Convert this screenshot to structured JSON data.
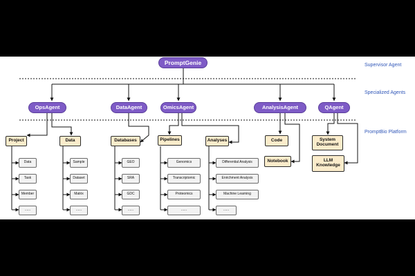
{
  "supervisor": "PromptGenie",
  "layers": {
    "supervisor": "Supervisor Agent",
    "specialized": "Specialized Agents",
    "platform": "PromptBio Platform"
  },
  "agents": {
    "ops": "OpsAgent",
    "data": "DataAgent",
    "omics": "OmicsAgent",
    "analysis": "AnalysisAgent",
    "q": "QAgent"
  },
  "categories": {
    "project": "Project",
    "data": "Data",
    "databases": "Databases",
    "pipelines": "Pipelines",
    "analyses": "Analyses",
    "code": "Code",
    "notebook": "Notebook",
    "system_document": "System Document",
    "llm_knowledge": "LLM Knowledge"
  },
  "leaves": {
    "project": [
      "Data",
      "Task",
      "Member",
      "......"
    ],
    "data": [
      "Sample",
      "Dataset",
      "Matrix",
      "......"
    ],
    "databases": [
      "GEO",
      "SRA",
      "GDC",
      "......"
    ],
    "pipelines": [
      "Genomics",
      "Transcriptomic",
      "Proteomics",
      "......"
    ],
    "analyses": [
      "Differential Analysis",
      "Enrichment Analysis",
      "Machine Learning",
      "......"
    ]
  },
  "colors": {
    "agent_fill": "#7e5bc6",
    "category_fill": "#fbeccb",
    "leaf_fill": "#f2f2f2",
    "layer_label": "#2f56b8"
  }
}
